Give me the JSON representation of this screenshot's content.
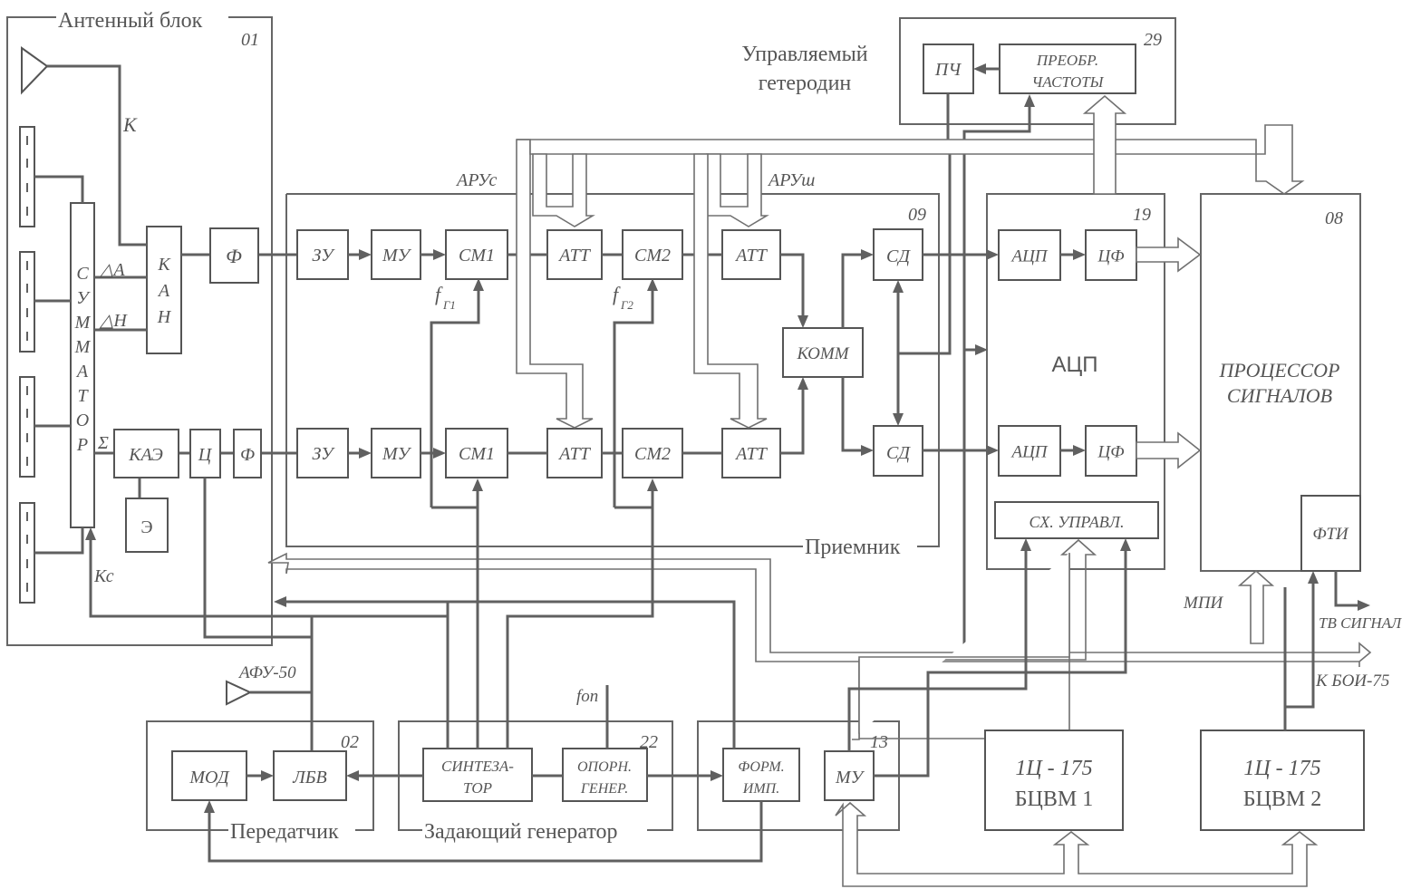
{
  "frames": {
    "antenna_block": {
      "label": "Антенный блок",
      "num": "01"
    },
    "receiver": {
      "label": "Приемник",
      "num": "09"
    },
    "heterodyne": {
      "label": "Управляемый гетеродин",
      "label_line1": "Управляемый",
      "label_line2": "гетеродин",
      "num": "29"
    },
    "adc": {
      "label": "АЦП",
      "num": "19"
    },
    "processor": {
      "label_line1": "ПРОЦЕССОР",
      "label_line2": "СИГНАЛОВ",
      "num": "08"
    },
    "transmitter": {
      "label": "Передатчик",
      "num": "02"
    },
    "master_gen": {
      "label": "Задающий генератор",
      "num": "22"
    },
    "block13": {
      "num": "13"
    }
  },
  "antenna": {
    "summator_letters": [
      "С",
      "У",
      "М",
      "М",
      "А",
      "Т",
      "О",
      "Р"
    ],
    "kan_letters": [
      "К",
      "А",
      "Н"
    ],
    "k_label": "К",
    "kc_label": "Кс",
    "delta_a": "△А",
    "delta_h": "△Н",
    "sigma": "Σ",
    "filter_top": "Ф",
    "kae": "КАЭ",
    "e": "Э",
    "c": "Ц",
    "filter_bot": "Ф"
  },
  "receiver": {
    "zu": "ЗУ",
    "mu": "МУ",
    "sm1": "СМ1",
    "att": "АТТ",
    "sm2": "СМ2",
    "komm": "КОММ",
    "sd": "СД",
    "fg1": "f",
    "fg1_sub": "Г1",
    "fg2": "f",
    "fg2_sub": "Г2",
    "aru_c": "АРУс",
    "aru_sh": "АРУш"
  },
  "heterodyne": {
    "pch": "ПЧ",
    "conv_line1": "ПРЕОБР.",
    "conv_line2": "ЧАСТОТЫ"
  },
  "adc": {
    "acp": "АЦП",
    "cf": "ЦФ",
    "control": "СХ. УПРАВЛ."
  },
  "processor": {
    "fti": "ФТИ"
  },
  "transmitter": {
    "mod": "МОД",
    "lbv": "ЛБВ"
  },
  "master_gen": {
    "synth_line1": "СИНТЕЗА-",
    "synth_line2": "ТОР",
    "ref_line1": "ОПОРН.",
    "ref_line2": "ГЕНЕР.",
    "fop": "fоп"
  },
  "block13": {
    "form_line1": "ФОРМ.",
    "form_line2": "ИМП.",
    "mu": "МУ"
  },
  "computers": [
    {
      "line1": "1Ц - 175",
      "line2": "БЦВМ 1"
    },
    {
      "line1": "1Ц - 175",
      "line2": "БЦВМ 2"
    }
  ],
  "labels": {
    "afu": "АФУ-50",
    "mpi": "МПИ",
    "tv": "ТВ СИГНАЛ",
    "boi": "К БОИ-75"
  }
}
